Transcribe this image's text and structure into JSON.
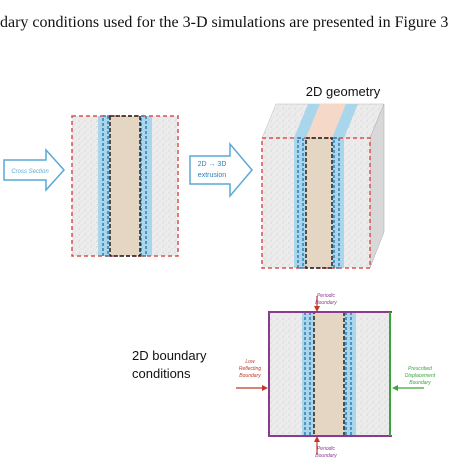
{
  "caption": "dary conditions used for the 3-D simulations are presented in Figure 3",
  "labels": {
    "geometry_title": "2D geometry",
    "cross_section": "Cross Section",
    "extrusion_line1": "2D → 3D",
    "extrusion_line2": "extrusion",
    "bc_line1": "2D boundary",
    "bc_line2": "conditions",
    "periodic_top_1": "Periodic",
    "periodic_top_2": "Boundary",
    "periodic_bottom_1": "Periodic",
    "periodic_bottom_2": "Boundary",
    "low_refl_1": "Low",
    "low_refl_2": "Reflecting",
    "low_refl_3": "Boundary",
    "prescribed_1": "Prescribed",
    "prescribed_2": "Displacement",
    "prescribed_3": "Boundary"
  },
  "colors": {
    "outer_gray": "#e8e8e8",
    "blue_layer": "#a9d6ea",
    "core_tan": "#e5d6c3",
    "red_dash": "#d9534f",
    "blue_dash": "#2f7fb5",
    "black_dash": "#222222",
    "purple": "#8b3a8f",
    "green": "#3aa63a",
    "arrow_blue": "#5aa9d6",
    "arrow_red": "#c0392b",
    "top_face_peach": "#f6d8c8"
  }
}
